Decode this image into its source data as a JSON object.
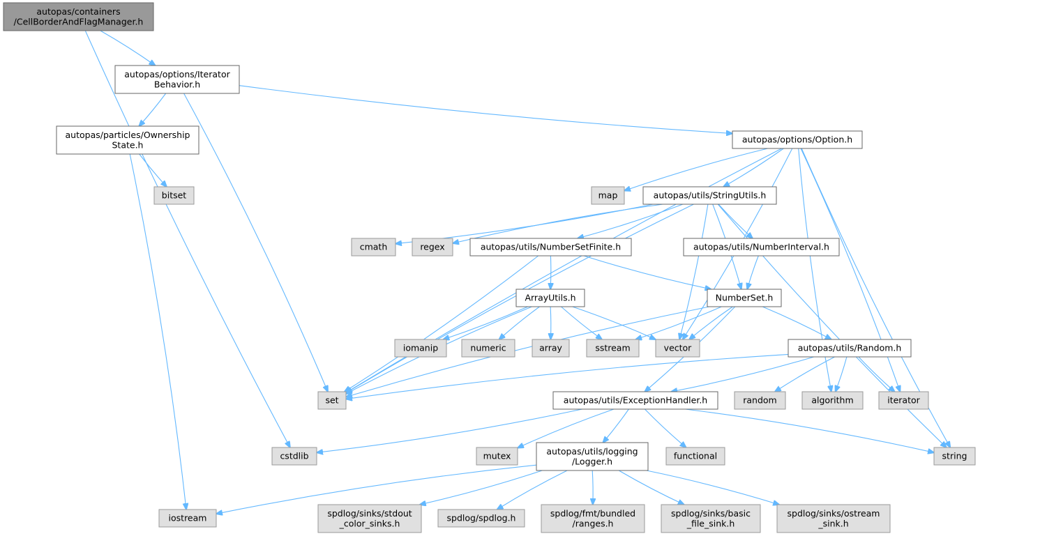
{
  "colors": {
    "edge": "#63b8ff",
    "focus_fill": "#999999",
    "focus_stroke": "#666666",
    "header_fill": "#ffffff",
    "header_stroke": "#666666",
    "system_fill": "#e0e0e0",
    "system_stroke": "#999999"
  },
  "nodes": [
    {
      "id": "cbf",
      "lines": [
        "autopas/containers",
        "/CellBorderAndFlagManager.h"
      ],
      "kind": "focus"
    },
    {
      "id": "ib",
      "lines": [
        "autopas/options/Iterator",
        "Behavior.h"
      ],
      "kind": "header"
    },
    {
      "id": "os",
      "lines": [
        "autopas/particles/Ownership",
        "State.h"
      ],
      "kind": "header"
    },
    {
      "id": "bitset",
      "lines": [
        "bitset"
      ],
      "kind": "system"
    },
    {
      "id": "opt",
      "lines": [
        "autopas/options/Option.h"
      ],
      "kind": "header"
    },
    {
      "id": "map",
      "lines": [
        "map"
      ],
      "kind": "system"
    },
    {
      "id": "su",
      "lines": [
        "autopas/utils/StringUtils.h"
      ],
      "kind": "header"
    },
    {
      "id": "cmath",
      "lines": [
        "cmath"
      ],
      "kind": "system"
    },
    {
      "id": "regex",
      "lines": [
        "regex"
      ],
      "kind": "system"
    },
    {
      "id": "nsf",
      "lines": [
        "autopas/utils/NumberSetFinite.h"
      ],
      "kind": "header"
    },
    {
      "id": "ni",
      "lines": [
        "autopas/utils/NumberInterval.h"
      ],
      "kind": "header"
    },
    {
      "id": "au",
      "lines": [
        "ArrayUtils.h"
      ],
      "kind": "header"
    },
    {
      "id": "ns",
      "lines": [
        "NumberSet.h"
      ],
      "kind": "header"
    },
    {
      "id": "iomanip",
      "lines": [
        "iomanip"
      ],
      "kind": "system"
    },
    {
      "id": "numeric",
      "lines": [
        "numeric"
      ],
      "kind": "system"
    },
    {
      "id": "array",
      "lines": [
        "array"
      ],
      "kind": "system"
    },
    {
      "id": "sstream",
      "lines": [
        "sstream"
      ],
      "kind": "system"
    },
    {
      "id": "vector",
      "lines": [
        "vector"
      ],
      "kind": "system"
    },
    {
      "id": "rnd",
      "lines": [
        "autopas/utils/Random.h"
      ],
      "kind": "header"
    },
    {
      "id": "set",
      "lines": [
        "set"
      ],
      "kind": "system"
    },
    {
      "id": "eh",
      "lines": [
        "autopas/utils/ExceptionHandler.h"
      ],
      "kind": "header"
    },
    {
      "id": "random",
      "lines": [
        "random"
      ],
      "kind": "system"
    },
    {
      "id": "algorithm",
      "lines": [
        "algorithm"
      ],
      "kind": "system"
    },
    {
      "id": "iterator",
      "lines": [
        "iterator"
      ],
      "kind": "system"
    },
    {
      "id": "cstdlib",
      "lines": [
        "cstdlib"
      ],
      "kind": "system"
    },
    {
      "id": "mutex",
      "lines": [
        "mutex"
      ],
      "kind": "system"
    },
    {
      "id": "log",
      "lines": [
        "autopas/utils/logging",
        "/Logger.h"
      ],
      "kind": "header"
    },
    {
      "id": "functional",
      "lines": [
        "functional"
      ],
      "kind": "system"
    },
    {
      "id": "string",
      "lines": [
        "string"
      ],
      "kind": "system"
    },
    {
      "id": "iostream",
      "lines": [
        "iostream"
      ],
      "kind": "system"
    },
    {
      "id": "sdl_stdout",
      "lines": [
        "spdlog/sinks/stdout",
        "_color_sinks.h"
      ],
      "kind": "system"
    },
    {
      "id": "sdl",
      "lines": [
        "spdlog/spdlog.h"
      ],
      "kind": "system"
    },
    {
      "id": "sdl_fmt",
      "lines": [
        "spdlog/fmt/bundled",
        "/ranges.h"
      ],
      "kind": "system"
    },
    {
      "id": "sdl_basic",
      "lines": [
        "spdlog/sinks/basic",
        "_file_sink.h"
      ],
      "kind": "system"
    },
    {
      "id": "sdl_ostream",
      "lines": [
        "spdlog/sinks/ostream",
        "_sink.h"
      ],
      "kind": "system"
    }
  ],
  "edges": [
    [
      "cbf",
      "ib"
    ],
    [
      "cbf",
      "cstdlib"
    ],
    [
      "ib",
      "os"
    ],
    [
      "ib",
      "opt"
    ],
    [
      "ib",
      "set"
    ],
    [
      "os",
      "bitset"
    ],
    [
      "os",
      "iostream"
    ],
    [
      "opt",
      "map"
    ],
    [
      "opt",
      "su"
    ],
    [
      "opt",
      "set"
    ],
    [
      "opt",
      "vector"
    ],
    [
      "opt",
      "algorithm"
    ],
    [
      "opt",
      "iterator"
    ],
    [
      "opt",
      "string"
    ],
    [
      "su",
      "cmath"
    ],
    [
      "su",
      "regex"
    ],
    [
      "su",
      "nsf"
    ],
    [
      "su",
      "ni"
    ],
    [
      "su",
      "ns"
    ],
    [
      "su",
      "set"
    ],
    [
      "su",
      "vector"
    ],
    [
      "su",
      "string"
    ],
    [
      "nsf",
      "au"
    ],
    [
      "nsf",
      "ns"
    ],
    [
      "nsf",
      "set"
    ],
    [
      "ni",
      "ns"
    ],
    [
      "au",
      "iomanip"
    ],
    [
      "au",
      "numeric"
    ],
    [
      "au",
      "array"
    ],
    [
      "au",
      "sstream"
    ],
    [
      "au",
      "vector"
    ],
    [
      "au",
      "set"
    ],
    [
      "ns",
      "sstream"
    ],
    [
      "ns",
      "vector"
    ],
    [
      "ns",
      "rnd"
    ],
    [
      "ns",
      "set"
    ],
    [
      "ns",
      "eh"
    ],
    [
      "rnd",
      "set"
    ],
    [
      "rnd",
      "eh"
    ],
    [
      "rnd",
      "random"
    ],
    [
      "rnd",
      "algorithm"
    ],
    [
      "rnd",
      "iterator"
    ],
    [
      "eh",
      "cstdlib"
    ],
    [
      "eh",
      "mutex"
    ],
    [
      "eh",
      "log"
    ],
    [
      "eh",
      "functional"
    ],
    [
      "eh",
      "string"
    ],
    [
      "log",
      "iostream"
    ],
    [
      "log",
      "sdl_stdout"
    ],
    [
      "log",
      "sdl"
    ],
    [
      "log",
      "sdl_fmt"
    ],
    [
      "log",
      "sdl_basic"
    ],
    [
      "log",
      "sdl_ostream"
    ]
  ]
}
